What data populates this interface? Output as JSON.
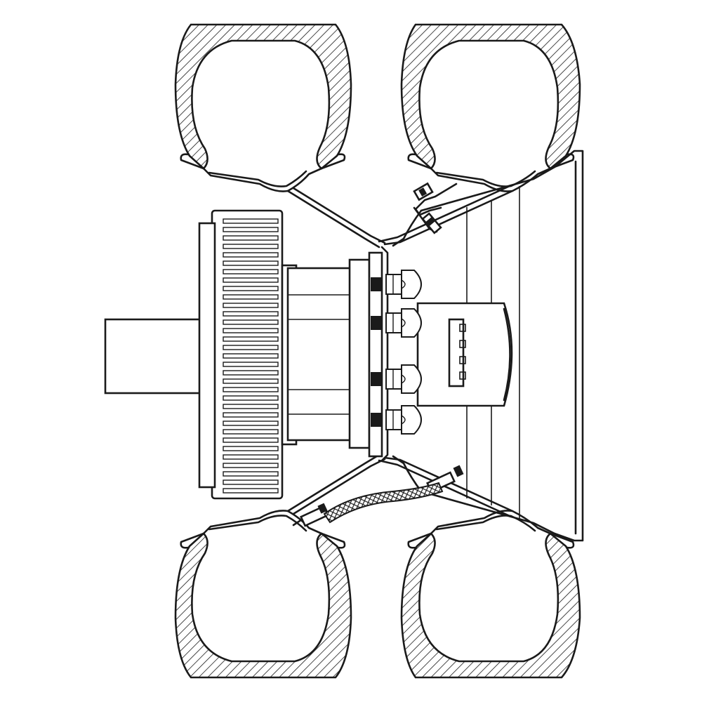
{
  "diagram": {
    "subject": "dual-wheel-hub-assembly-cross-section",
    "components": [
      {
        "name": "tire-outer-left-top",
        "icon": "tire-section-icon"
      },
      {
        "name": "tire-outer-right-top",
        "icon": "tire-section-icon"
      },
      {
        "name": "tire-inner-left-bottom",
        "icon": "tire-section-icon"
      },
      {
        "name": "tire-inner-right-bottom",
        "icon": "tire-section-icon"
      },
      {
        "name": "brake-drum",
        "icon": "finned-drum-icon"
      },
      {
        "name": "axle-shaft",
        "icon": "shaft-icon"
      },
      {
        "name": "wheel-hub",
        "icon": "hub-icon"
      },
      {
        "name": "lug-nuts",
        "icon": "nut-icon"
      },
      {
        "name": "hub-cap",
        "icon": "cap-icon"
      },
      {
        "name": "valve-stems",
        "icon": "valve-icon"
      },
      {
        "name": "valve-extension-hose",
        "icon": "braided-hose-icon"
      }
    ],
    "colors": {
      "stroke": "#1a1a1a",
      "background": "#ffffff"
    }
  }
}
